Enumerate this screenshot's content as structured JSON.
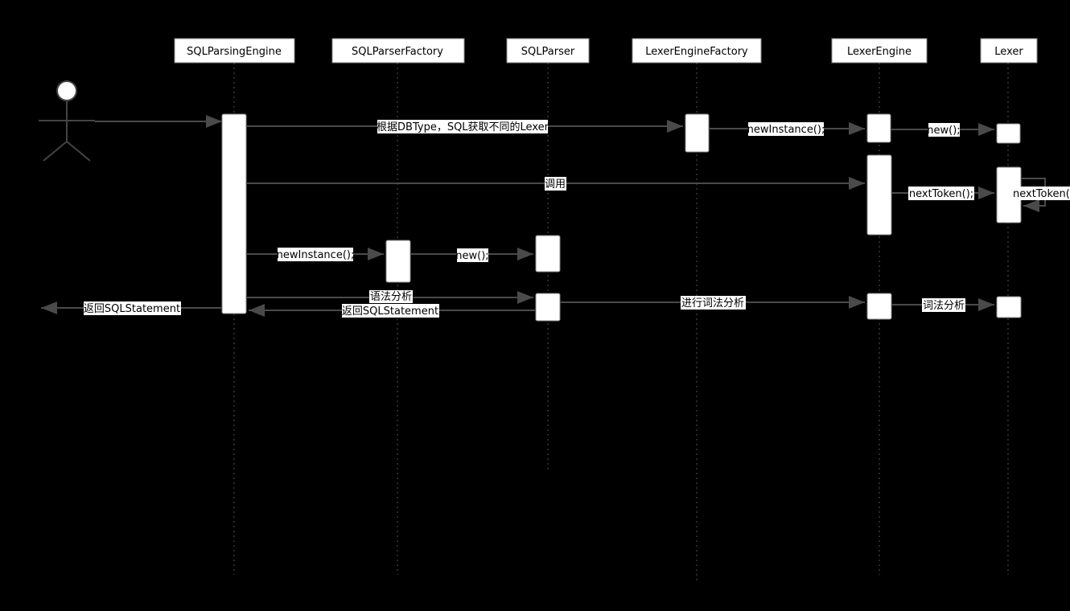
{
  "participants": [
    {
      "id": "p1",
      "name": "SQLParsingEngine"
    },
    {
      "id": "p2",
      "name": "SQLParserFactory"
    },
    {
      "id": "p3",
      "name": "SQLParser"
    },
    {
      "id": "p4",
      "name": "LexerEngineFactory"
    },
    {
      "id": "p5",
      "name": "LexerEngine"
    },
    {
      "id": "p6",
      "name": "Lexer"
    }
  ],
  "messages": [
    {
      "id": "m1",
      "text": "根据DBType，SQL获取不同的Lexer"
    },
    {
      "id": "m2",
      "text": "newInstance();"
    },
    {
      "id": "m3",
      "text": "new();"
    },
    {
      "id": "m4",
      "text": "调用"
    },
    {
      "id": "m5",
      "text": "nextToken();"
    },
    {
      "id": "m6",
      "text": "nextToken("
    },
    {
      "id": "m7",
      "text": "newInstance();"
    },
    {
      "id": "m8",
      "text": "new();"
    },
    {
      "id": "m9",
      "text": "语法分析"
    },
    {
      "id": "m10",
      "text": "返回SQLStatement"
    },
    {
      "id": "m11",
      "text": "进行词法分析"
    },
    {
      "id": "m12",
      "text": "词法分析"
    },
    {
      "id": "m13",
      "text": "返回SQLStatement"
    }
  ]
}
